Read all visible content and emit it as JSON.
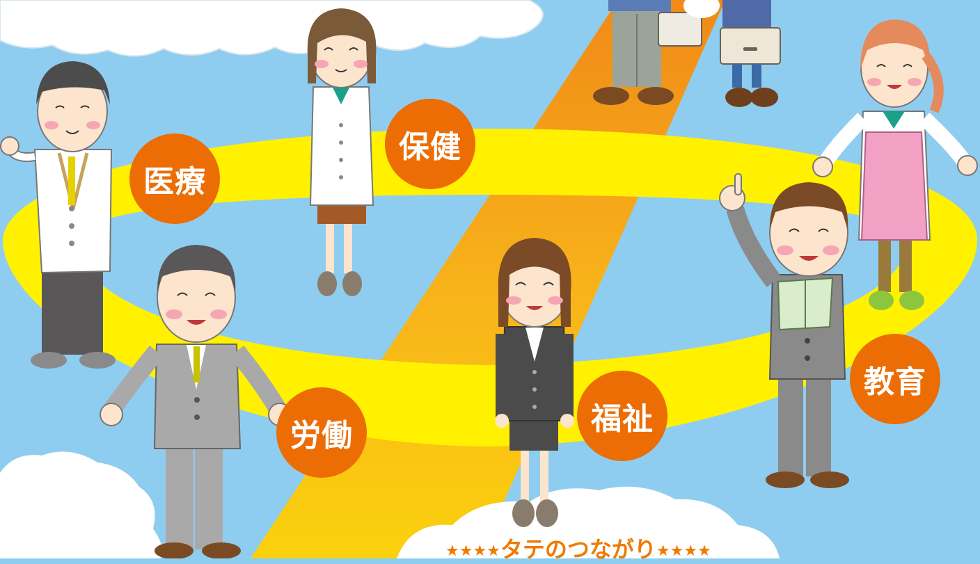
{
  "labels": {
    "iryo": "医療",
    "hoken": "保健",
    "rodo": "労働",
    "fukushi": "福祉",
    "kyoiku": "教育"
  },
  "caption": {
    "stars_left": "★★★★",
    "text": "タテのつながり",
    "stars_right": "★★★★"
  },
  "colors": {
    "sky": "#8fcdf0",
    "ring": "#fff100",
    "band": "#f7a21c",
    "badge": "#ec6d04",
    "cloud": "#ffffff",
    "caption": "#ee7a00"
  }
}
